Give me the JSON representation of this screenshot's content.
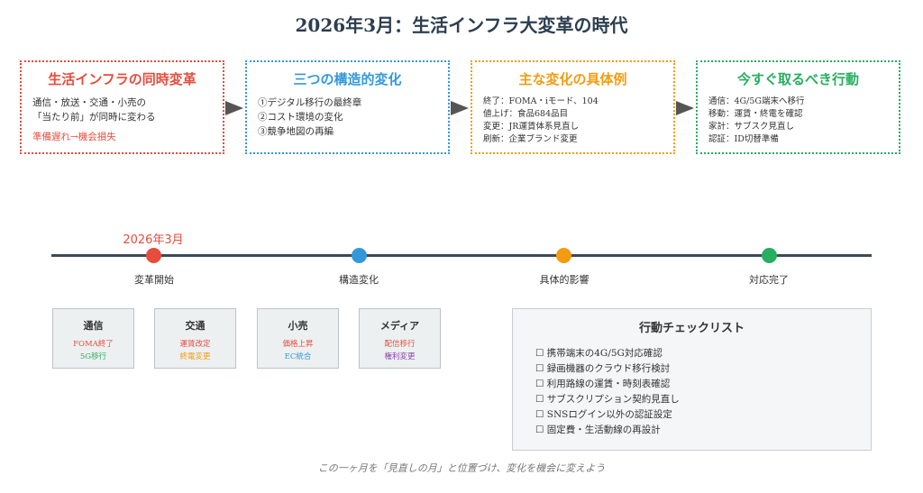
{
  "title": "2026年3月：生活インフラ大変革の時代",
  "colors": {
    "red": "#e74c3c",
    "blue": "#3498db",
    "orange": "#f39c12",
    "green": "#27ae60",
    "purple": "#8e44ad"
  },
  "cards": [
    {
      "title": "生活インフラの同時変革",
      "lines": [
        "通信・放送・交通・小売の",
        "「当たり前」が同時に変わる"
      ],
      "note": "準備遅れ→機会損失"
    },
    {
      "title": "三つの構造的変化",
      "lines": [
        "①デジタル移行の最終章",
        "②コスト環境の変化",
        "③競争地図の再編"
      ]
    },
    {
      "title": "主な変化の具体例",
      "lines": [
        "終了：FOMA・iモード、104",
        "値上げ：食品684品目",
        "変更：JR運賃体系見直し",
        "刷新：企業ブランド変更"
      ]
    },
    {
      "title": "今すぐ取るべき行動",
      "lines": [
        "通信：4G/5G端末へ移行",
        "移動：運賃・終電を確認",
        "家計：サブスク見直し",
        "認証：ID切替準備"
      ]
    }
  ],
  "timeline": {
    "date": "2026年3月",
    "points": [
      "変革開始",
      "構造変化",
      "具体的影響",
      "対応完了"
    ]
  },
  "sectors": [
    {
      "title": "通信",
      "items": [
        "FOMA終了",
        "5G移行"
      ]
    },
    {
      "title": "交通",
      "items": [
        "運賃改定",
        "終電変更"
      ]
    },
    {
      "title": "小売",
      "items": [
        "価格上昇",
        "EC統合"
      ]
    },
    {
      "title": "メディア",
      "items": [
        "配信移行",
        "権利変更"
      ]
    }
  ],
  "checklist": {
    "title": "行動チェックリスト",
    "items": [
      "☐ 携帯端末の4G/5G対応確認",
      "☐ 録画機器のクラウド移行検討",
      "☐ 利用路線の運賃・時刻表確認",
      "☐ サブスクリプション契約見直し",
      "☐ SNSログイン以外の認証設定",
      "☐ 固定費・生活動線の再設計"
    ]
  },
  "footer": "この一ヶ月を「見直しの月」と位置づけ、変化を機会に変えよう"
}
